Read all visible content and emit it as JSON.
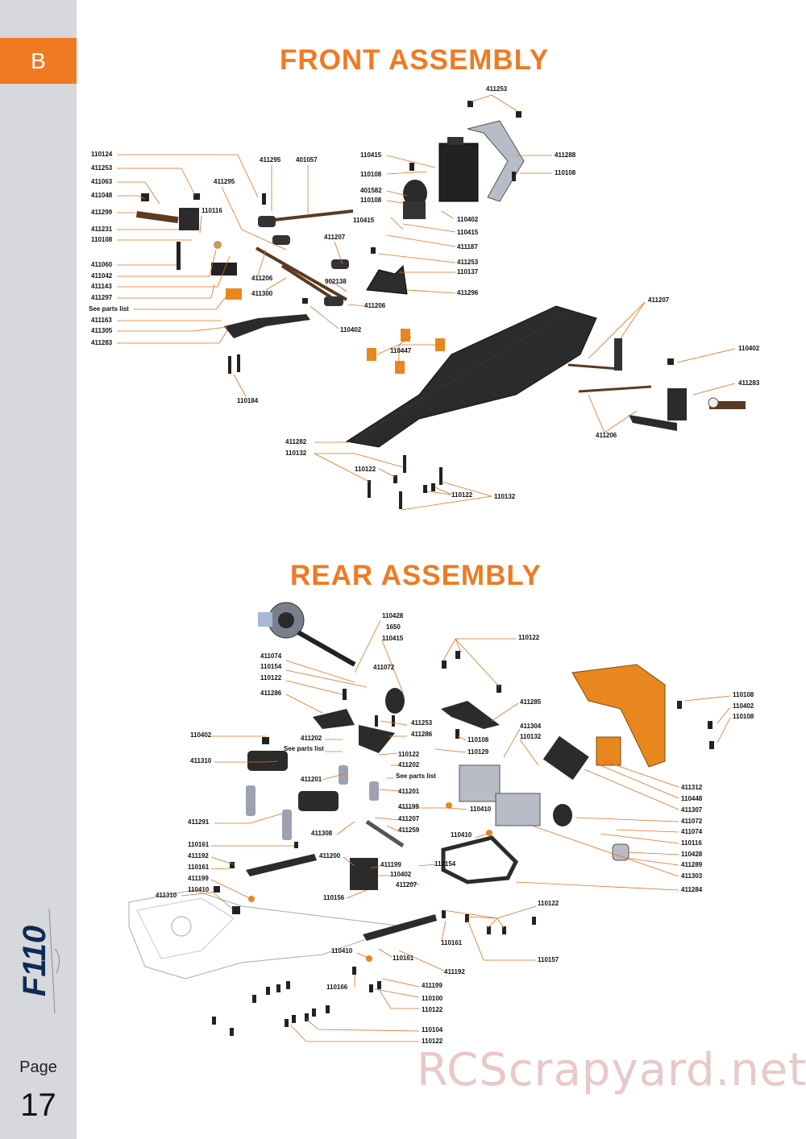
{
  "section_letter": "B",
  "page_label": "Page",
  "page_number": "17",
  "logo_text": "F110",
  "front_title": "FRONT ASSEMBLY",
  "rear_title": "REAR ASSEMBLY",
  "watermark": "RCScrapyard.net",
  "colors": {
    "accent": "#f07a22",
    "sidebar": "#d6d8db",
    "carbon": "#2b2b2b",
    "aluminium": "#b8bcc6",
    "orange_part": "#e8871e"
  },
  "front_labels": [
    "110124",
    "411253",
    "411063",
    "411048",
    "411299",
    "110116",
    "411231",
    "110108",
    "411060",
    "411042",
    "411143",
    "411297",
    "See parts list",
    "411163",
    "411305",
    "411283",
    "411295",
    "401057",
    "411295",
    "411206",
    "411300",
    "411207",
    "902138",
    "411206",
    "110402",
    "110184",
    "110415",
    "110108",
    "401582",
    "110108",
    "110415",
    "411253",
    "411288",
    "110108",
    "110402",
    "110415",
    "411187",
    "411253",
    "110137",
    "411296",
    "110447",
    "411207",
    "110402",
    "411283",
    "411206",
    "411282",
    "110132",
    "110122",
    "110122",
    "110132"
  ],
  "rear_labels": [
    "110428",
    "1650",
    "110415",
    "411072",
    "411074",
    "110154",
    "110122",
    "411286",
    "110122",
    "411285",
    "110402",
    "411202",
    "See parts list",
    "411310",
    "411201",
    "411253",
    "411286",
    "110122",
    "411202",
    "See parts list",
    "110108",
    "110129",
    "411304",
    "110132",
    "110108",
    "110402",
    "110108",
    "411201",
    "411199",
    "110410",
    "411207",
    "411259",
    "411308",
    "411291",
    "110161",
    "411192",
    "110161",
    "411199",
    "110410",
    "411310",
    "411200",
    "411199",
    "110402",
    "411207",
    "110154",
    "110156",
    "110410",
    "411312",
    "110448",
    "411307",
    "411072",
    "411074",
    "110116",
    "110428",
    "411289",
    "411303",
    "411284",
    "110122",
    "110161",
    "110157",
    "110410",
    "110161",
    "411192",
    "110166",
    "411199",
    "110100",
    "110122",
    "110104",
    "110122"
  ]
}
